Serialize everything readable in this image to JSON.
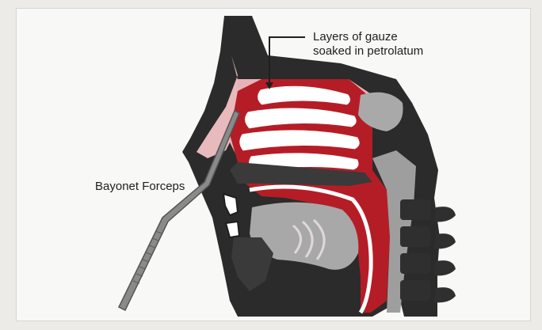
{
  "labels": {
    "gauze_line1": "Layers of gauze",
    "gauze_line2": "soaked in petrolatum",
    "forceps": "Bayonet Forceps"
  },
  "colors": {
    "background": "#f8f8f6",
    "outline": "#1f1f1f",
    "tissue_red": "#b51d26",
    "tissue_pink": "#e8b9bd",
    "gauze_white": "#ffffff",
    "bone_gray": "#a9a9a9",
    "dark_gray": "#3c3c3c",
    "forceps_gray": "#8a8a8a"
  },
  "icons": [
    "bayonet-forceps-icon"
  ]
}
